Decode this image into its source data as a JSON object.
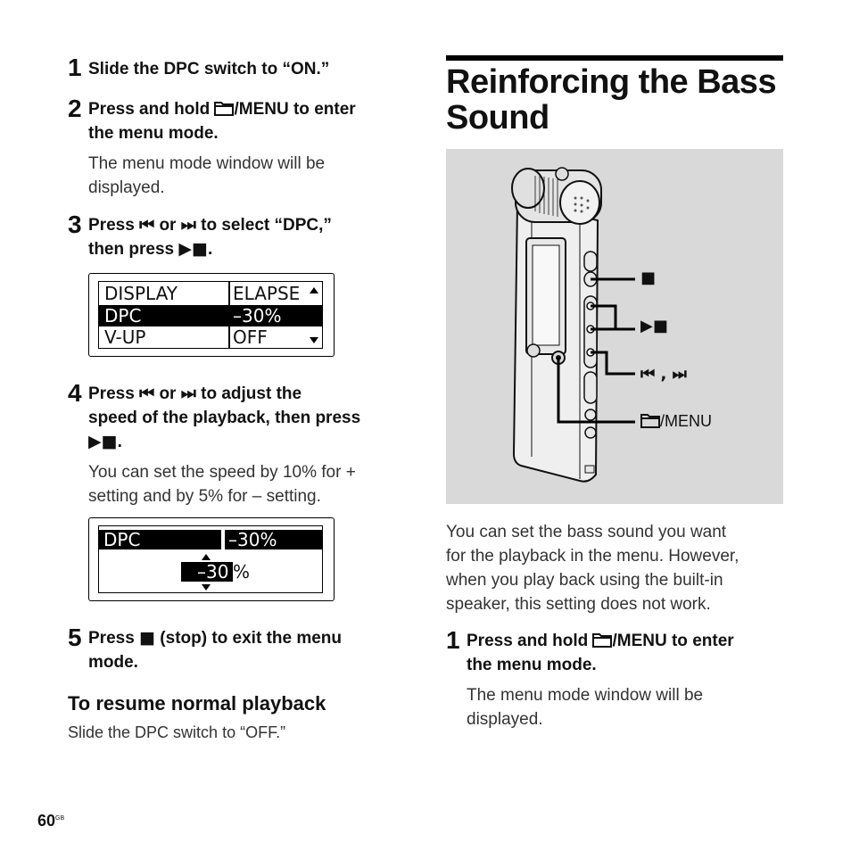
{
  "left": {
    "step1": {
      "number": "1",
      "text": "Slide the DPC switch to “ON.”"
    },
    "step2": {
      "number": "2",
      "text_pre": "Press and hold ",
      "text_post": "/MENU to enter",
      "text_line2": "the menu mode.",
      "note_line1": "The menu mode window will be",
      "note_line2": "displayed."
    },
    "step3": {
      "number": "3",
      "press": "Press",
      "or": "or",
      "line1_post": "to select “DPC,”",
      "line2_pre": "then press",
      "prev_icon": "⏮",
      "next_icon": "⏭",
      "play_icon": "▶■"
    },
    "lcd1": {
      "rows": [
        {
          "label": "DISPLAY",
          "value": "ELAPSE"
        },
        {
          "label": "DPC",
          "value": "–30%"
        },
        {
          "label": "V-UP",
          "value": "OFF"
        }
      ]
    },
    "step4": {
      "number": "4",
      "press": "Press",
      "or": "or",
      "line1_post": "to adjust the",
      "line2": "speed of the playback, then press",
      "note_line1": "You can set the speed by 10% for +",
      "note_line2": "setting and by 5% for – setting."
    },
    "lcd2": {
      "label": "DPC",
      "value": "–30%",
      "edit_value": "–30",
      "percent": "%"
    },
    "step5": {
      "number": "5",
      "press": "Press",
      "line1_post": "(stop) to exit the menu",
      "line2": "mode."
    },
    "resume": {
      "heading": "To resume normal playback",
      "text": "Slide the DPC switch to “OFF.”"
    },
    "page_number": "60",
    "page_suffix": "GB"
  },
  "right": {
    "title_line1": "Reinforcing the Bass",
    "title_line2": "Sound",
    "callouts": {
      "stop": "■",
      "play": "▶■",
      "skip": "⏮ , ⏭",
      "menu": "/MENU"
    },
    "para": [
      "You can set the bass sound you want",
      "for the playback in the menu. However,",
      "when you play back using the built-in",
      "speaker, this setting does not work."
    ],
    "step1": {
      "number": "1",
      "text_pre": "Press and hold ",
      "text_post": "/MENU to enter",
      "text_line2": "the menu mode.",
      "note_line1": "The menu mode window will be",
      "note_line2": "displayed."
    }
  },
  "colors": {
    "figure_bg": "#d9d9d9",
    "rule": "#000000"
  }
}
